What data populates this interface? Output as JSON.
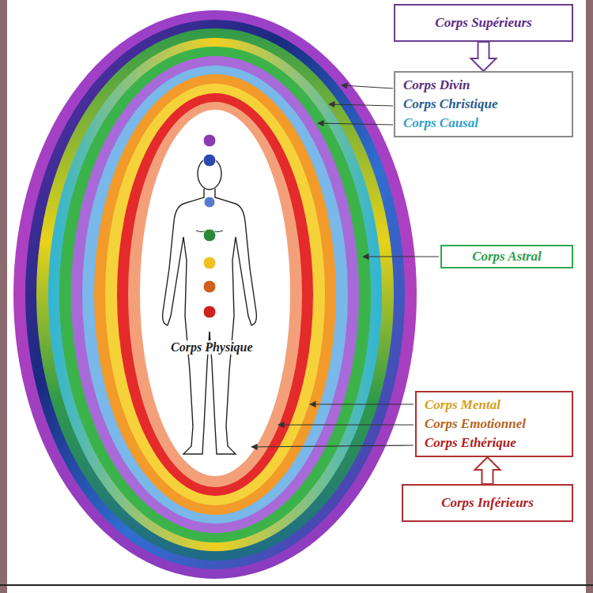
{
  "diagram": {
    "nodes": [
      {
        "text": [
          "Corps Supérieurs"
        ]
      },
      {
        "text": [
          "Corps Divin",
          "Corps Christique",
          "Corps Causal"
        ]
      },
      {
        "text": [
          "Corps Astral"
        ]
      },
      {
        "text": [
          "Corps Mental",
          "Corps Emotionnel",
          "Corps Ethérique"
        ]
      },
      {
        "text": [
          "Corps Inférieurs"
        ]
      }
    ],
    "edges": [
      {
        "from": 0,
        "to": 1,
        "arrow": "to"
      },
      {
        "from": 4,
        "to": 3,
        "arrow": "to"
      }
    ],
    "labels": [
      "Corps Physique"
    ]
  }
}
